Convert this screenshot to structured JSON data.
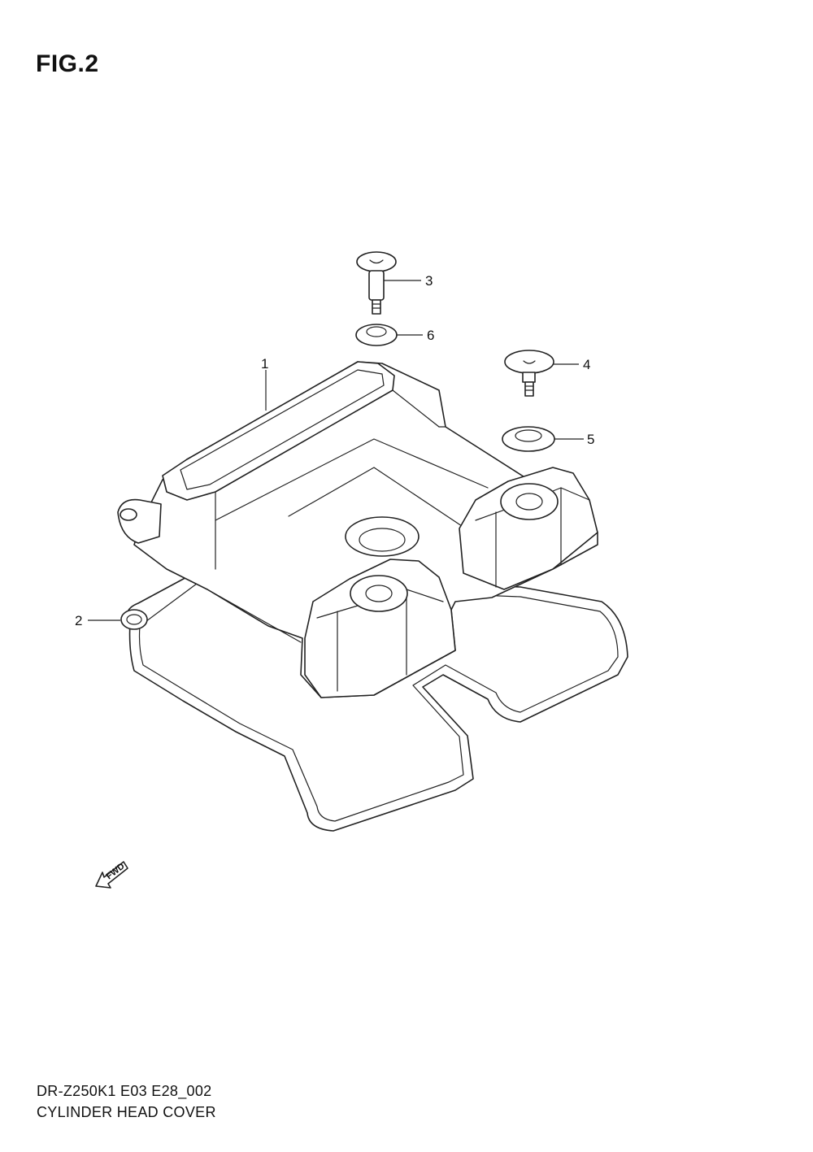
{
  "figure": {
    "title": "FIG.2"
  },
  "callouts": [
    {
      "number": "1"
    },
    {
      "number": "2"
    },
    {
      "number": "3"
    },
    {
      "number": "4"
    },
    {
      "number": "5"
    },
    {
      "number": "6"
    }
  ],
  "fwd_label": "FWD",
  "footer": {
    "code": "DR-Z250K1 E03 E28_002",
    "name": "CYLINDER HEAD COVER"
  }
}
